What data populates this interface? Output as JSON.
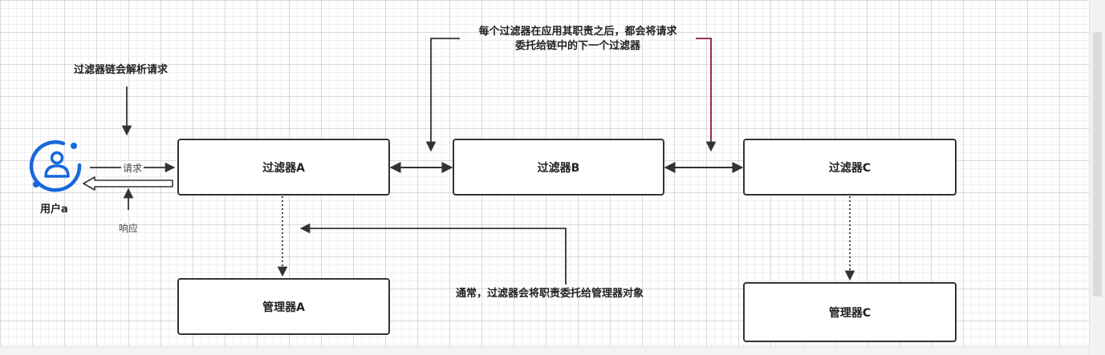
{
  "colors": {
    "stroke": "#333333",
    "user_icon": "#1668dc",
    "accent_line": "#8b1a2b"
  },
  "user": {
    "label": "用户a",
    "icon": "user-icon"
  },
  "labels": {
    "request": "请求",
    "response": "响应"
  },
  "notes": {
    "chain_parses": "过滤器链会解析请求",
    "delegate_next_line1": "每个过滤器在应用其职责之后，都会将请求",
    "delegate_next_line2": "委托给链中的下一个过滤器",
    "delegate_manager": "通常，过滤器会将职责委托给管理器对象"
  },
  "nodes": {
    "filter_a": "过滤器A",
    "filter_b": "过滤器B",
    "filter_c": "过滤器C",
    "manager_a": "管理器A",
    "manager_c": "管理器C"
  }
}
